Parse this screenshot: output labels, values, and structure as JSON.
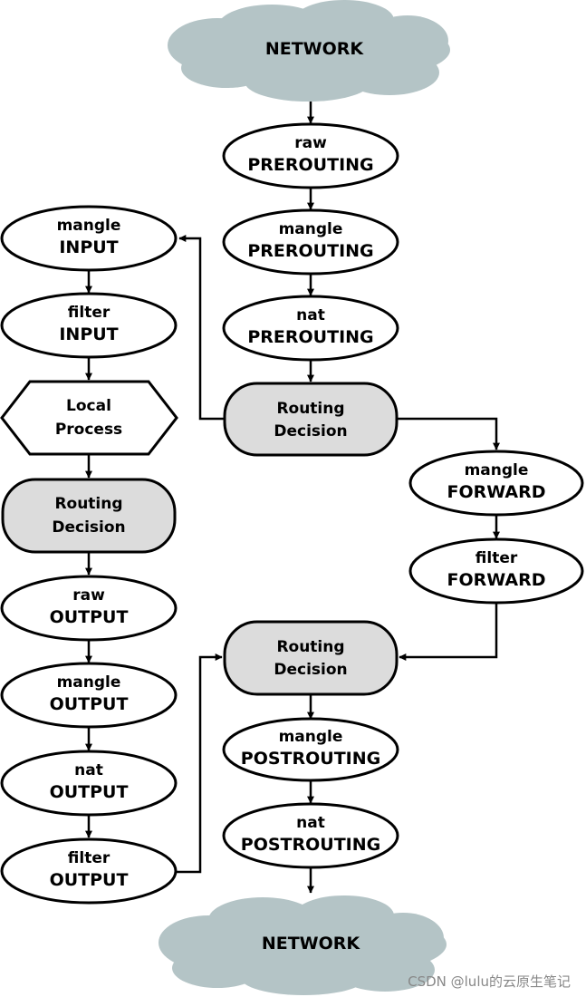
{
  "diagram": {
    "network_top": "NETWORK",
    "network_bottom": "NETWORK",
    "raw_prerouting": {
      "table": "raw",
      "chain": "PREROUTING"
    },
    "mangle_prerouting": {
      "table": "mangle",
      "chain": "PREROUTING"
    },
    "nat_prerouting": {
      "table": "nat",
      "chain": "PREROUTING"
    },
    "routing_decision_1": {
      "line1": "Routing",
      "line2": "Decision"
    },
    "mangle_input": {
      "table": "mangle",
      "chain": "INPUT"
    },
    "filter_input": {
      "table": "filter",
      "chain": "INPUT"
    },
    "local_process": {
      "line1": "Local",
      "line2": "Process"
    },
    "routing_decision_2": {
      "line1": "Routing",
      "line2": "Decision"
    },
    "raw_output": {
      "table": "raw",
      "chain": "OUTPUT"
    },
    "mangle_output": {
      "table": "mangle",
      "chain": "OUTPUT"
    },
    "nat_output": {
      "table": "nat",
      "chain": "OUTPUT"
    },
    "filter_output": {
      "table": "filter",
      "chain": "OUTPUT"
    },
    "mangle_forward": {
      "table": "mangle",
      "chain": "FORWARD"
    },
    "filter_forward": {
      "table": "filter",
      "chain": "FORWARD"
    },
    "routing_decision_3": {
      "line1": "Routing",
      "line2": "Decision"
    },
    "mangle_postrouting": {
      "table": "mangle",
      "chain": "POSTROUTING"
    },
    "nat_postrouting": {
      "table": "nat",
      "chain": "POSTROUTING"
    }
  },
  "watermark": "CSDN @lulu的云原生笔记",
  "colors": {
    "cloud": "#b4c4c6",
    "routing_fill": "#dcdcdc",
    "stroke": "#000000"
  }
}
